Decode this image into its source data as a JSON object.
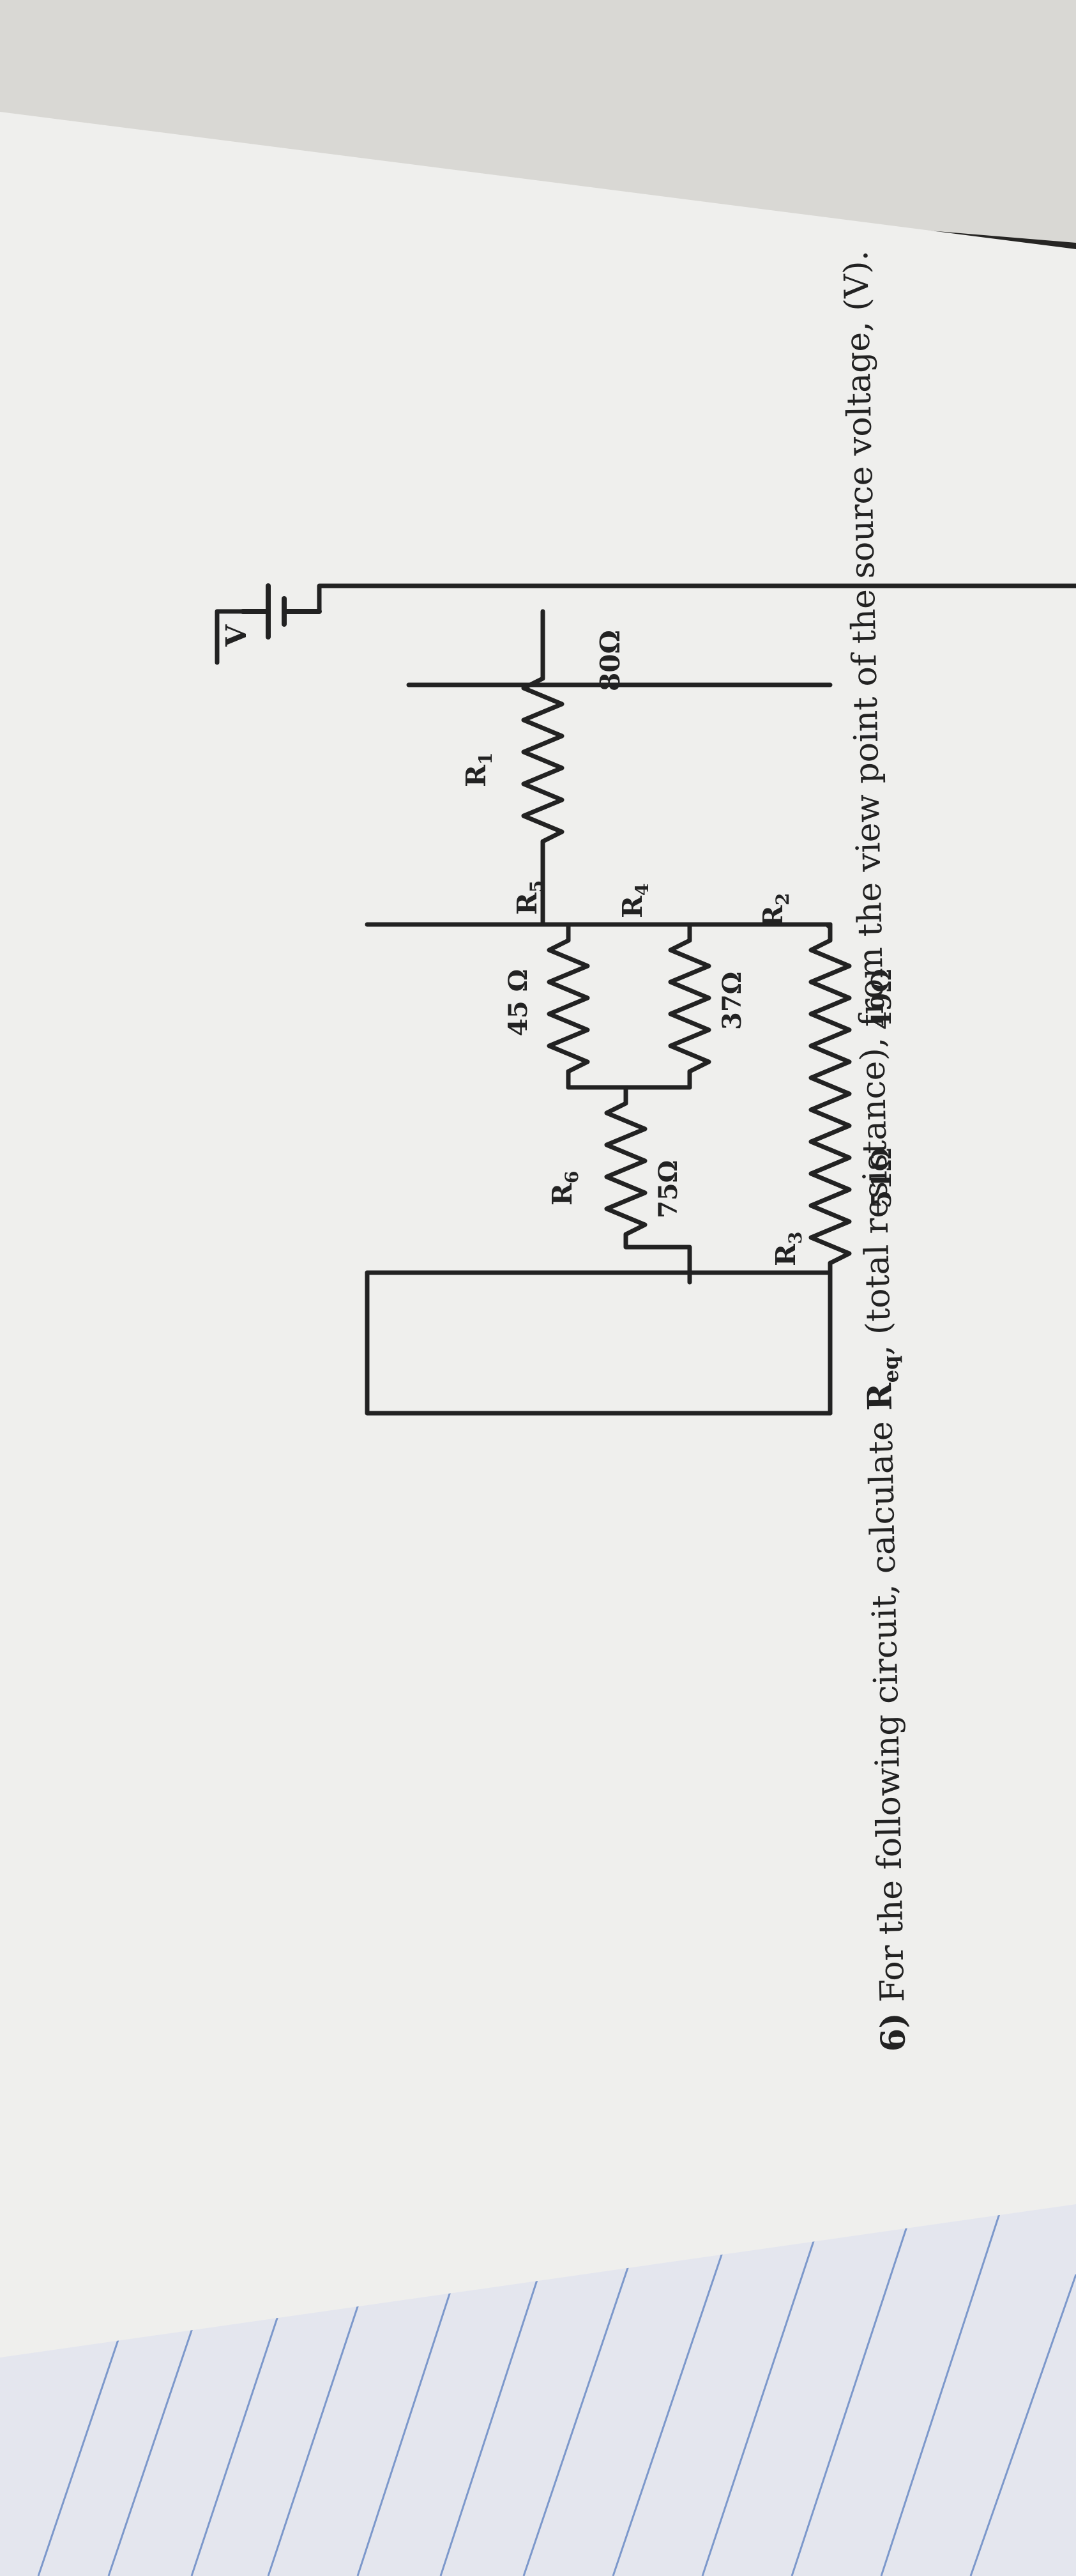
{
  "question": {
    "number": "6)",
    "text_before": " For the following circuit, calculate ",
    "req_symbol": "R",
    "req_subscript": "eq",
    "text_after": ", (total resistance), from the view point of the source voltage, (V)."
  },
  "circuit": {
    "source_label": "V",
    "resistors": [
      {
        "name": "R",
        "sub": "1",
        "value": "80Ω"
      },
      {
        "name": "R",
        "sub": "2",
        "value": "49Ω"
      },
      {
        "name": "R",
        "sub": "3",
        "value": "51Ω"
      },
      {
        "name": "R",
        "sub": "4",
        "value": "37Ω"
      },
      {
        "name": "R",
        "sub": "5",
        "value": "45 Ω"
      },
      {
        "name": "R",
        "sub": "6",
        "value": "75Ω"
      }
    ]
  },
  "colors": {
    "paper": "#efefed",
    "ink": "#222222",
    "notebook_line": "#5a7fc0"
  }
}
